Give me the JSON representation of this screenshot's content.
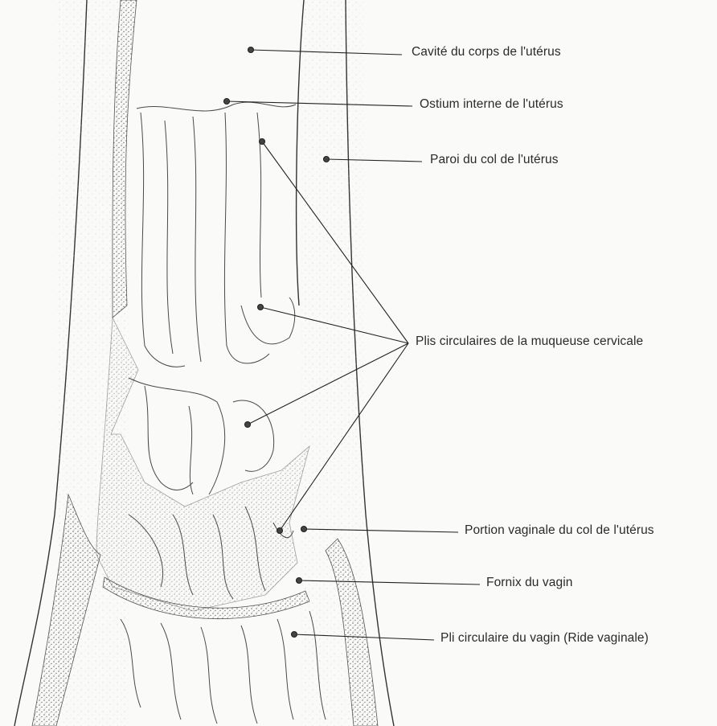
{
  "figure": {
    "labels": [
      {
        "id": "cavite",
        "text": "Cavité du corps de l'utérus"
      },
      {
        "id": "ostium",
        "text": "Ostium interne de l'utérus"
      },
      {
        "id": "paroi",
        "text": "Paroi du col de l'utérus"
      },
      {
        "id": "plis",
        "text": "Plis circulaires de la muqueuse cervicale"
      },
      {
        "id": "portion",
        "text": "Portion vaginale du col de l'utérus"
      },
      {
        "id": "fornix",
        "text": "Fornix du vagin"
      },
      {
        "id": "pli-vagin",
        "text": "Pli circulaire du vagin (Ride vaginale)"
      }
    ],
    "colors": {
      "ink": "#2a2a2a",
      "stipple": "#6e6e6e",
      "paper": "#fafaf8"
    }
  }
}
